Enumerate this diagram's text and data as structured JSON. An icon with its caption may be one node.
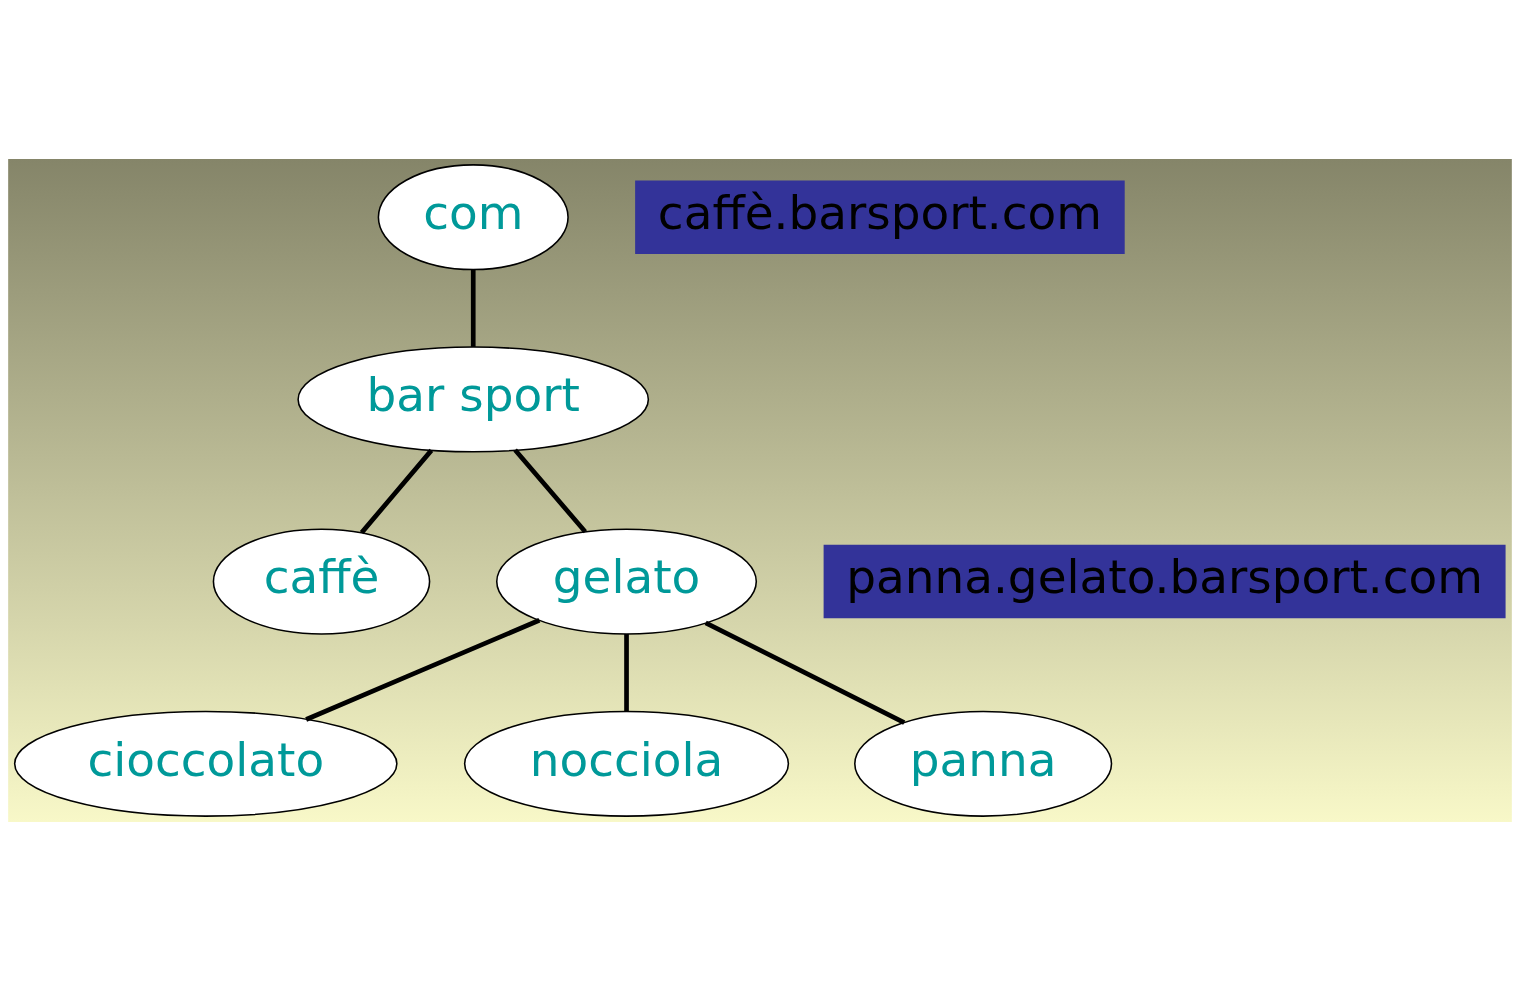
{
  "diagram": {
    "nodes": [
      {
        "text": [
          "com"
        ]
      },
      {
        "text": [
          "bar sport"
        ]
      },
      {
        "text": [
          "caffè"
        ]
      },
      {
        "text": [
          "gelato"
        ]
      },
      {
        "text": [
          "cioccolato"
        ]
      },
      {
        "text": [
          "nocciola"
        ]
      },
      {
        "text": [
          "panna"
        ]
      }
    ],
    "edges": [
      {
        "from": 0,
        "to": 1,
        "arrow": "none"
      },
      {
        "from": 1,
        "to": 3,
        "arrow": "none"
      },
      {
        "from": 1,
        "to": 2,
        "arrow": "none"
      },
      {
        "from": 3,
        "to": 4,
        "arrow": "none"
      },
      {
        "from": 3,
        "to": 5,
        "arrow": "none"
      },
      {
        "from": 3,
        "to": 6,
        "arrow": "none"
      }
    ],
    "labels": [
      "caffè.barsport.com",
      "panna.gelato.barsport.com"
    ]
  }
}
